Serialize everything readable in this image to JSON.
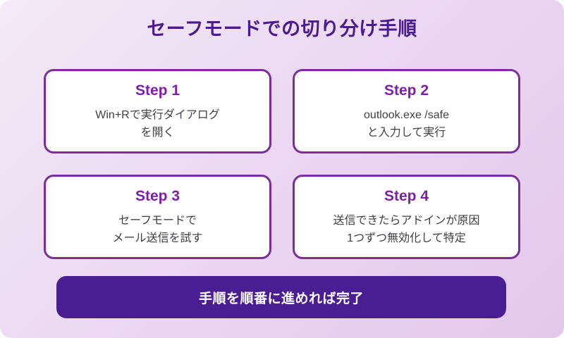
{
  "title": "セーフモードでの切り分け手順",
  "steps": [
    {
      "label": "Step 1",
      "lines": [
        "Win+Rで実行ダイアログ",
        "を開く"
      ]
    },
    {
      "label": "Step 2",
      "lines": [
        "outlook.exe /safe",
        "と入力して実行"
      ]
    },
    {
      "label": "Step 3",
      "lines": [
        "セーフモードで",
        "メール送信を試す"
      ]
    },
    {
      "label": "Step 4",
      "lines": [
        "送信できたらアドインが原因",
        "1つずつ無効化して特定"
      ]
    }
  ],
  "footer": {
    "label": "手順を順番に進めれば完了"
  },
  "colors": {
    "background_gradient_start": "#f4eaf8",
    "background_gradient_end": "#e3c8ec",
    "title_text": "#4a1a8f",
    "card_border": "#7c2d9e",
    "card_background": "#ffffff",
    "step_label_text": "#7d1fa8",
    "step_body_text": "#3f3f46",
    "banner_background": "#4a1d93",
    "banner_text": "#ffffff"
  }
}
